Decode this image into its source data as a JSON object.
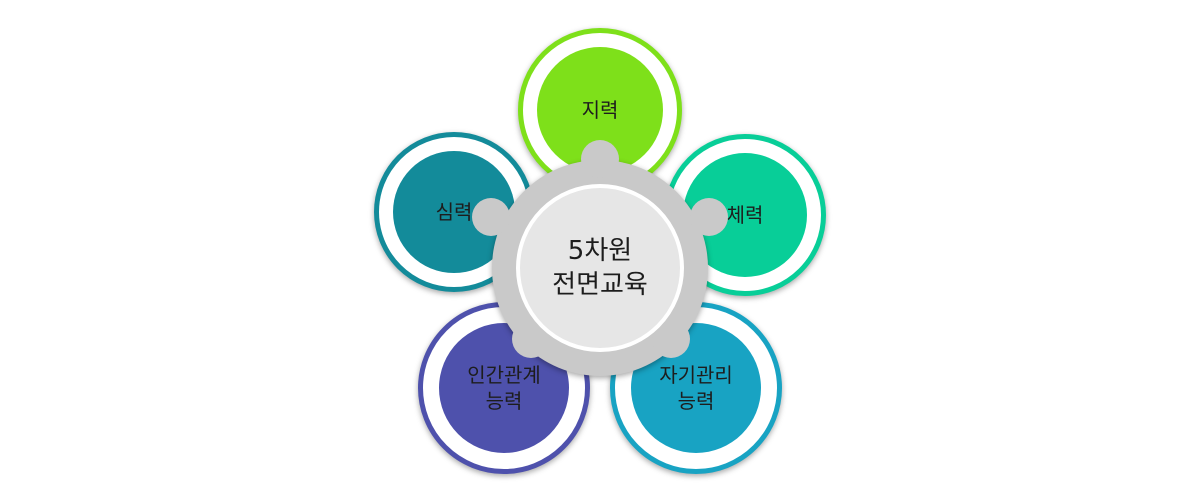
{
  "diagram": {
    "center": {
      "label": "5차원\n전면교육",
      "color": "#c9c9c9"
    },
    "petals": [
      {
        "id": "jiryeok",
        "label": "지력",
        "color": "#7ee01a"
      },
      {
        "id": "cheryeok",
        "label": "체력",
        "color": "#08ce98"
      },
      {
        "id": "simryeok",
        "label": "심력",
        "color": "#138b9a"
      },
      {
        "id": "ingan",
        "label": "인간관계\n능력",
        "color": "#4e51ac"
      },
      {
        "id": "jagi",
        "label": "자기관리\n능력",
        "color": "#18a3c3"
      }
    ]
  }
}
